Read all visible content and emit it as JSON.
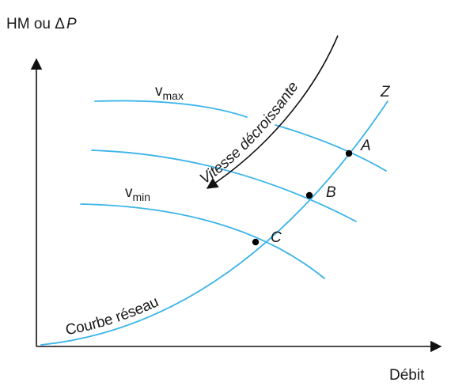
{
  "axes": {
    "y_label_main": "HM ou ",
    "y_label_delta": "Δ",
    "y_label_var": "P",
    "x_label": "Débit"
  },
  "curve_labels": {
    "vmax_v": "v",
    "vmax_sub": "max",
    "vmin_v": "v",
    "vmin_sub": "min",
    "network": "Courbe réseau",
    "network_end": "Z"
  },
  "arrow_label": "Vitesse décroissante",
  "points": {
    "a": "A",
    "b": "B",
    "c": "C"
  },
  "colors": {
    "curve": "#3ab4e8",
    "axis": "#111111",
    "point": "#000000"
  }
}
